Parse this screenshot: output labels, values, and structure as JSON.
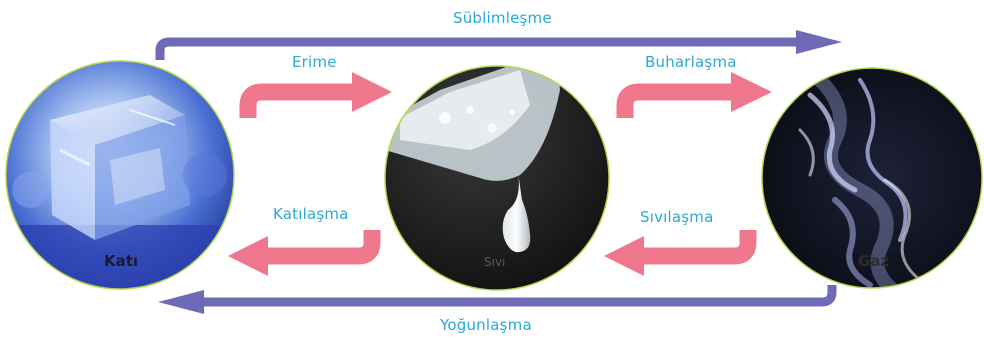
{
  "diagram": {
    "top_label": "Süblimleşme",
    "bottom_label": "Yoğunlaşma",
    "arrows": {
      "melting": "Erime",
      "evaporation": "Buharlaşma",
      "freezing": "Katılaşma",
      "condensation": "Sıvılaşma"
    },
    "states": {
      "solid": "Katı",
      "liquid": "Sıvı",
      "gas": "Gaz"
    },
    "colors": {
      "purple_arrow": "#6e6ab6",
      "pink_arrow": "#f0788c",
      "label_blue": "#2aa8d8",
      "circle_border": "#b5d64a"
    }
  }
}
